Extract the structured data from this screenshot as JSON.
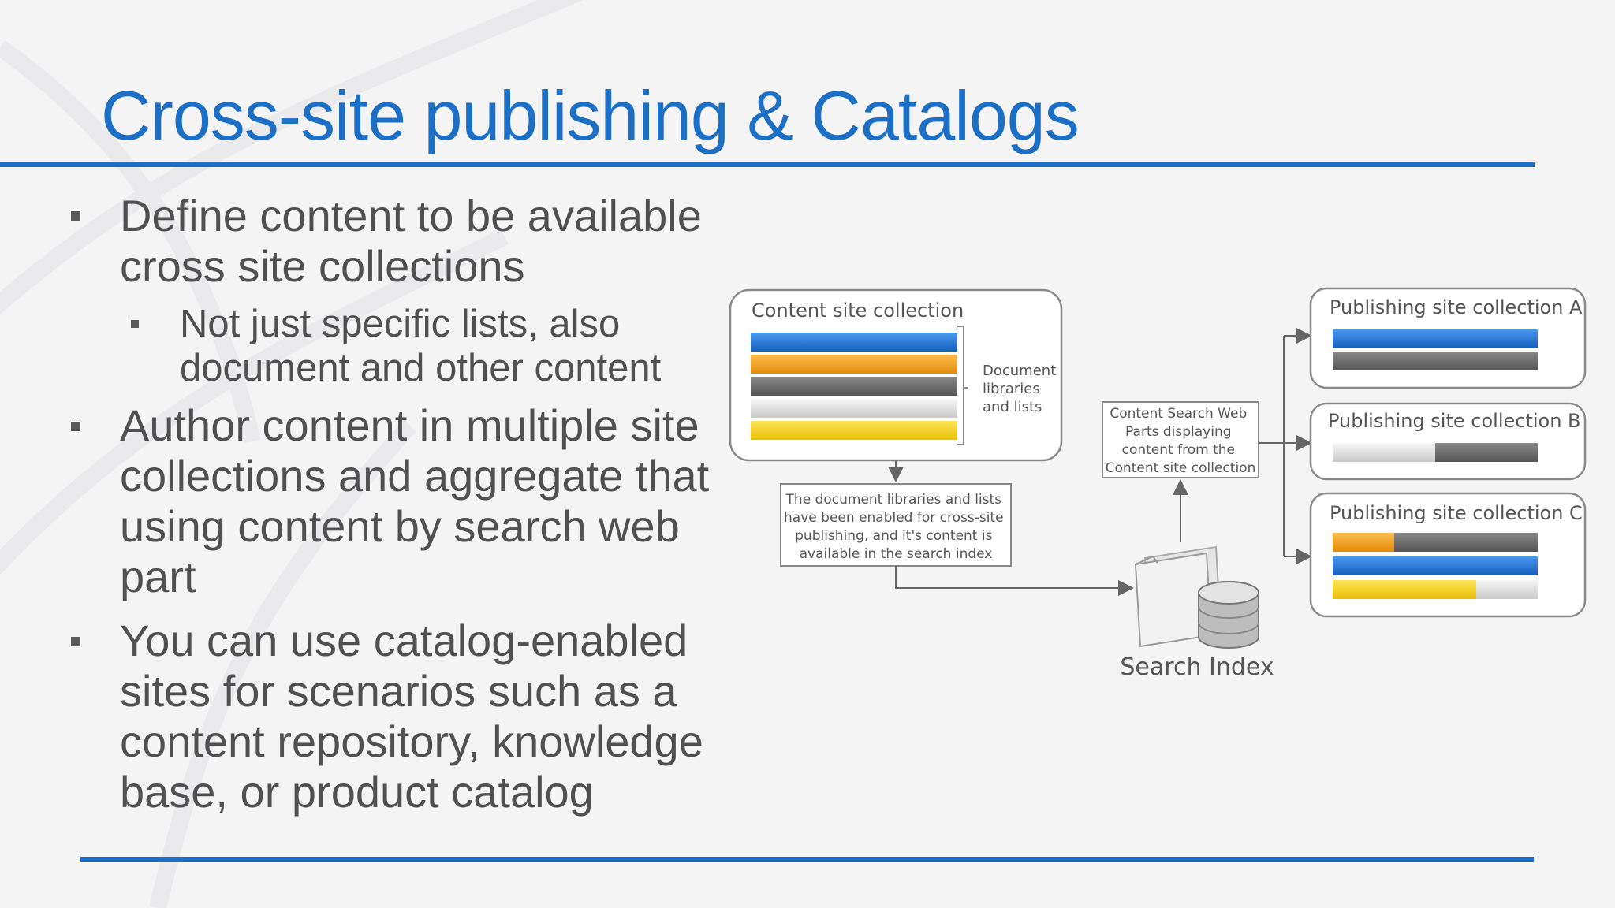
{
  "slide": {
    "title": "Cross-site publishing & Catalogs",
    "bullets": {
      "b1": [
        "Define content to be available",
        "cross site collections"
      ],
      "b1_sub": [
        "Not just specific lists, also",
        "document and other content"
      ],
      "b2": [
        "Author content in multiple site",
        "collections and aggregate that",
        "using content by search web",
        "part"
      ],
      "b3": [
        "You can use catalog-enabled",
        "sites for scenarios such as a",
        "content repository, knowledge",
        "base, or product catalog"
      ]
    }
  },
  "diagram": {
    "content_site": {
      "label": "Content site collection"
    },
    "doc_libs_label": [
      "Document",
      "libraries",
      "and lists"
    ],
    "enabled_note": [
      "The document libraries and lists",
      "have been enabled for cross-site",
      "publishing, and it's content is",
      "available in the search index"
    ],
    "csw_note": [
      "Content Search Web",
      "Parts displaying",
      "content from the",
      "Content site collection"
    ],
    "search_index_label": "Search Index",
    "pub_a": {
      "label": "Publishing site collection A"
    },
    "pub_b": {
      "label": "Publishing site collection B"
    },
    "pub_c": {
      "label": "Publishing site collection C"
    },
    "colors": {
      "blue": "#1e7be0",
      "orange": "#f4a21a",
      "gray": "#6b6b6b",
      "silver": "#dcdcdc",
      "yellow": "#f6d31a",
      "accent": "#1a6fc9"
    },
    "fills": {
      "pub_b_silver": 0.5,
      "pub_c_orange": 0.3,
      "pub_c_yellow": 0.7
    }
  }
}
